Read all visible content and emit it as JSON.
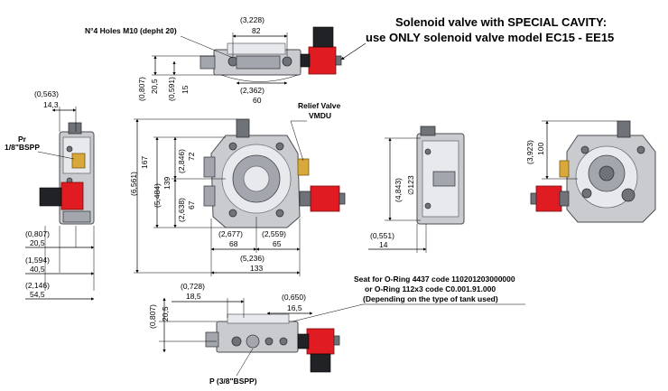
{
  "title": {
    "line1": "Solenoid valve with SPECIAL CAVITY:",
    "line2": "use ONLY solenoid valve model EC15 - EE15"
  },
  "top_view": {
    "holes_label": "N°4 Holes M10 (depht 20)",
    "width_in": "(3,228)",
    "width_mm": "82",
    "height_in": "(0,807)",
    "height_mm": "20,5",
    "depth_in": "(0,591)",
    "depth_mm": "15",
    "offset_in": "(2,362)",
    "offset_mm": "60"
  },
  "left_view": {
    "top_in": "(0,563)",
    "top_mm": "14,3",
    "port_label": "Pr",
    "port_thread": "1/8\"BSPP",
    "d1_in": "(0,807)",
    "d1_mm": "20,5",
    "d2_in": "(1,594)",
    "d2_mm": "40,5",
    "d3_in": "(2,146)",
    "d3_mm": "54,5"
  },
  "front_view": {
    "relief_label_1": "Relief Valve",
    "relief_label_2": "VMDU",
    "h_total_in": "(6,561)",
    "h_total_mm": "167",
    "h_mid_in": "(5,484)",
    "h_mid_mm": "139",
    "h_upper_in": "(2,846)",
    "h_upper_mm": "72",
    "h_lower_in": "(2,638)",
    "h_lower_mm": "67",
    "w_left_in": "(2,677)",
    "w_left_mm": "68",
    "w_right_in": "(2,559)",
    "w_right_mm": "65",
    "w_total_in": "(5,236)",
    "w_total_mm": "133"
  },
  "right_view": {
    "dia_in": "(4,843)",
    "dia_mm": "∅123",
    "off_in": "(0,551)",
    "off_mm": "14"
  },
  "rear_view": {
    "h_in": "(3,923)",
    "h_mm": "100"
  },
  "bottom_view": {
    "seat_line1": "Seat for O-Ring 4437 code 110201203000000",
    "seat_line2": "or O-Ring 112x3 code C0.001.91.000",
    "seat_line3": "(Depending on the type of tank used)",
    "a_in": "(0,728)",
    "a_mm": "18,5",
    "b_in": "(0,650)",
    "b_mm": "16,5",
    "c_in": "(0,807)",
    "c_mm": "20,5",
    "port_label": "P (3/8\"BSPP)"
  },
  "colors": {
    "solenoid": "#e01b22",
    "body": "#c9cbcf",
    "brass_fitting": "#d8a83a"
  }
}
